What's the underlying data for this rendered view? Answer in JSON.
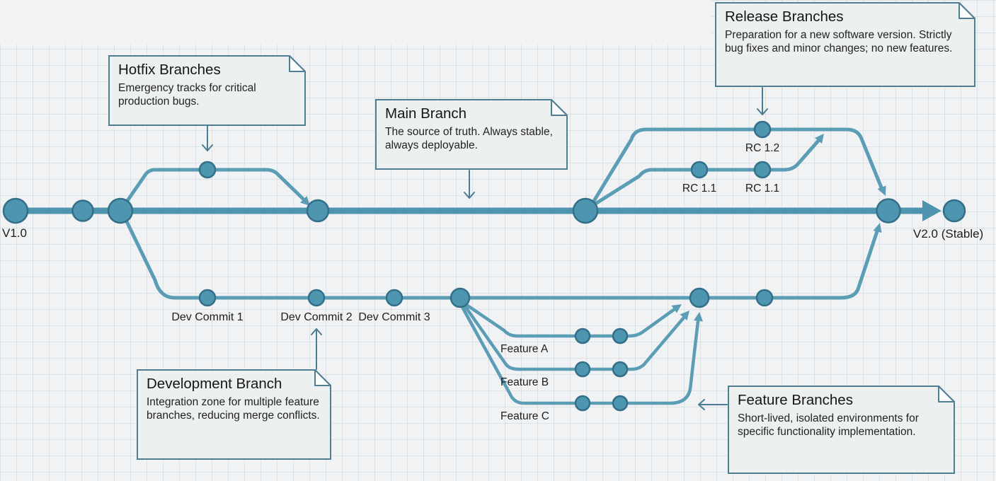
{
  "colors": {
    "bg": "#f0f2f4",
    "line_main": "#4f95af",
    "line_branch": "#5b9db5",
    "node_fill": "#4e95af",
    "node_stroke": "#336f88",
    "note_border": "#4f7e92",
    "note_bg": "#edf0f0",
    "note_fold_bg": "#fafbfb",
    "arrow": "#4a7d94",
    "text": "#1e1e1e"
  },
  "notes": {
    "hotfix": {
      "title": "Hotfix Branches",
      "body": "Emergency tracks for critical production bugs."
    },
    "main": {
      "title": "Main Branch",
      "body": "The source of truth. Always stable, always deployable."
    },
    "release": {
      "title": "Release Branches",
      "body": "Preparation for a new software version. Strictly bug fixes and minor changes; no new features."
    },
    "development": {
      "title": "Development Branch",
      "body": "Integration zone for multiple feature branches, reducing merge conflicts."
    },
    "feature": {
      "title": "Feature Branches",
      "body": "Short-lived, isolated environments for specific functionality implementation."
    }
  },
  "labels": {
    "v1": "V1.0",
    "v2": "V2.0 (Stable)",
    "rc12": "RC 1.2",
    "rc11_first": "RC 1.1",
    "rc11_second": "RC 1.1",
    "dev_commit_1": "Dev Commit 1",
    "dev_commit_2": "Dev Commit 2",
    "dev_commit_3": "Dev Commit 3",
    "feature_a": "Feature A",
    "feature_b": "Feature B",
    "feature_c": "Feature C"
  }
}
